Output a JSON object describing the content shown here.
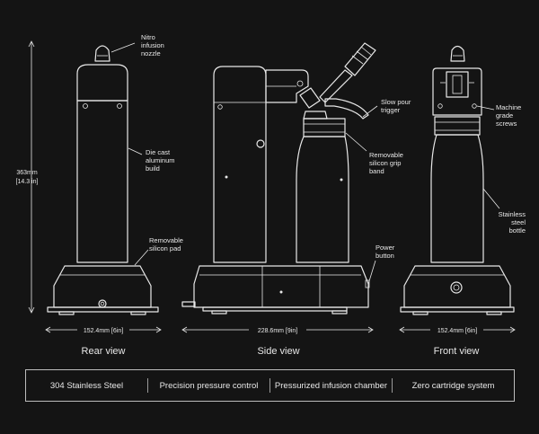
{
  "height": {
    "mm": "363mm",
    "in": "[14.3 in]"
  },
  "rear_view": {
    "title": "Rear view",
    "width_label": "152.4mm [6in]",
    "callouts": {
      "nozzle": [
        "Nitro",
        "infusion",
        "nozzle"
      ],
      "body": [
        "Die cast",
        "aluminum",
        "build"
      ],
      "pad": [
        "Removable",
        "silicon pad"
      ]
    }
  },
  "side_view": {
    "title": "Side view",
    "width_label": "228.6mm [9in]",
    "callouts": {
      "trigger": [
        "Slow pour",
        "trigger"
      ],
      "grip": [
        "Removable",
        "silicon grip",
        "band"
      ],
      "power": [
        "Power",
        "button"
      ]
    }
  },
  "front_view": {
    "title": "Front view",
    "width_label": "152.4mm [6in]",
    "callouts": {
      "screws": [
        "Machine",
        "grade",
        "screws"
      ],
      "bottle": [
        "Stainless",
        "steel",
        "bottle"
      ]
    }
  },
  "features": [
    "304 Stainless Steel",
    "Precision pressure control",
    "Pressurized infusion chamber",
    "Zero cartridge system"
  ]
}
